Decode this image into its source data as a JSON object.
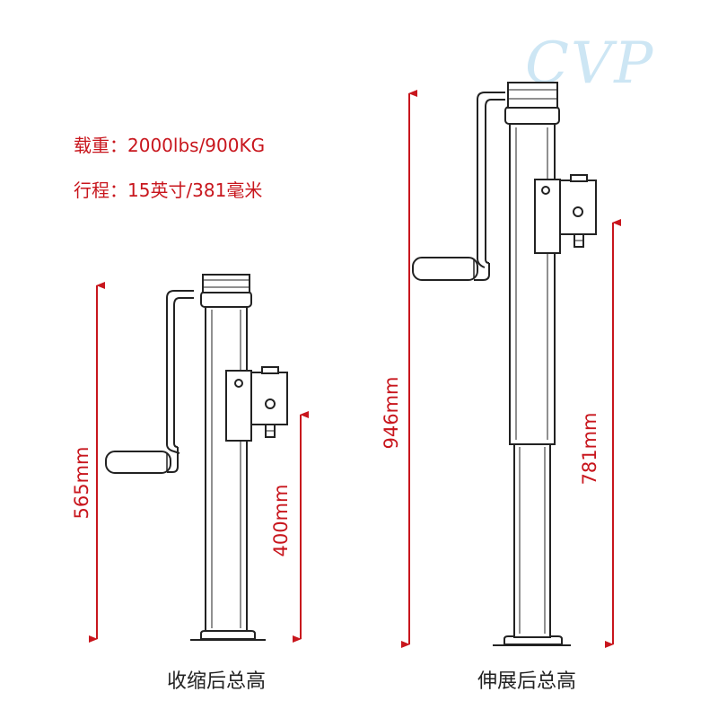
{
  "logo": {
    "text": "CVP",
    "color": "#cde6f4"
  },
  "specs": {
    "load": "载重：2000lbs/900KG",
    "travel": "行程：15英寸/381毫米"
  },
  "captions": {
    "retracted": "收缩后总高",
    "extended": "伸展后总高"
  },
  "dimensions": {
    "retracted_total": "565mm",
    "retracted_lower": "400mm",
    "extended_total": "946mm",
    "extended_lower": "781mm"
  },
  "colors": {
    "accent": "#c8161d",
    "line": "#222222",
    "arrow": "#c8161d"
  }
}
